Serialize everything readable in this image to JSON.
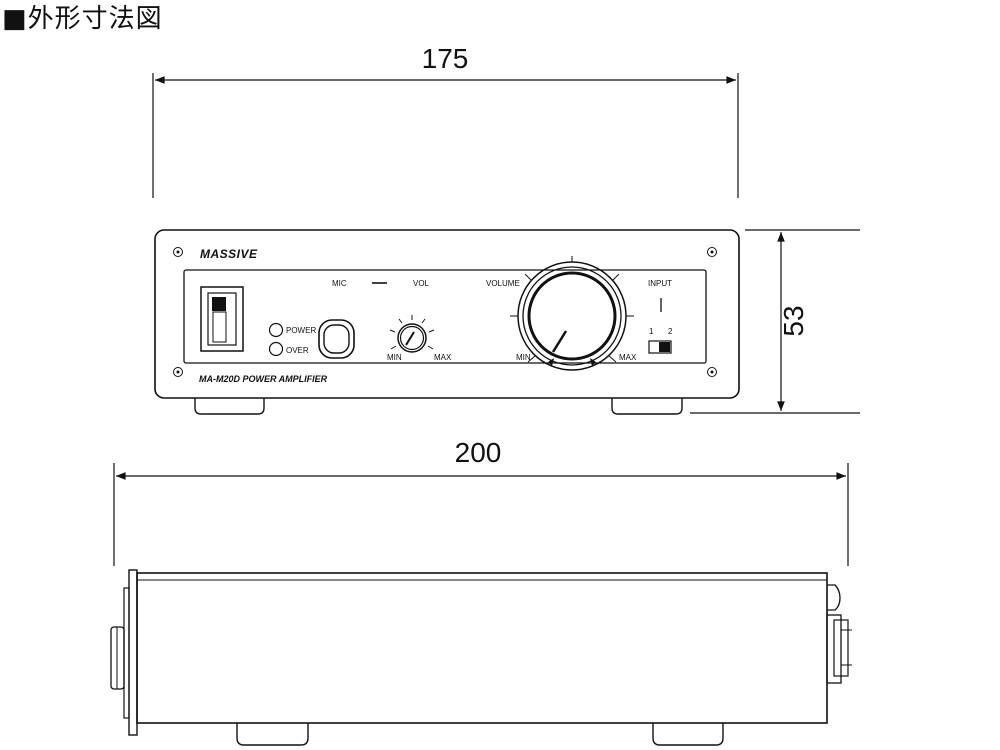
{
  "title": "■外形寸法図",
  "dimensions": {
    "front_width": "175",
    "height": "53",
    "depth": "200"
  },
  "front_panel": {
    "brand": "MASSIVE",
    "model": "MA-M20D POWER AMPLIFIER",
    "mic_label": "MIC",
    "vol_label": "VOL",
    "volume_label": "VOLUME",
    "input_label": "INPUT",
    "power_label": "POWER",
    "over_label": "OVER",
    "small_min": "MIN",
    "small_max": "MAX",
    "big_min": "MIN",
    "big_max": "MAX",
    "input_1": "1",
    "input_2": "2"
  }
}
